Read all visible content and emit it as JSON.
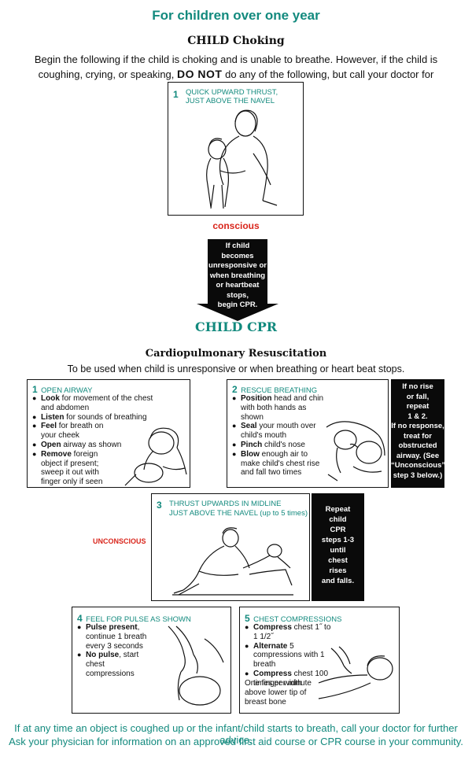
{
  "title": "For children over one year",
  "choking": {
    "heading": "CHILD Choking",
    "intro_before": "Begin the following if the child is choking and is unable to breathe. However, if the child is coughing, crying, or speaking,",
    "do_not": "DO NOT",
    "intro_after": "do any of the following, but call your doctor for further advice.",
    "step1_num": "1",
    "step1_label_line1": "QUICK UPWARD THRUST,",
    "step1_label_line2": "JUST ABOVE THE NAVEL",
    "conscious_label": "conscious",
    "arrow_lines": [
      "If child",
      "becomes",
      "unresponsive or",
      "when breathing",
      "or heartbeat",
      "stops,",
      "begin CPR."
    ]
  },
  "cpr": {
    "title": "CHILD CPR",
    "subtitle": "Cardiopulmonary Resuscitation",
    "intro": "To be used when child is unresponsive or when breathing or heart beat stops.",
    "unconscious_label": "UNCONSCIOUS",
    "step1": {
      "num": "1",
      "label": "OPEN AIRWAY",
      "items": [
        {
          "bold": "Look",
          "text": " for movement of the chest and abdomen"
        },
        {
          "bold": "Listen",
          "text": " for sounds of breathing"
        },
        {
          "bold": "Feel",
          "text": " for breath on your cheek"
        },
        {
          "bold": "Open",
          "text": " airway as shown"
        },
        {
          "bold": "Remove",
          "text": " foreign object if present; sweep it out with finger only if seen"
        }
      ]
    },
    "step2": {
      "num": "2",
      "label": "RESCUE BREATHING",
      "items": [
        {
          "bold": "Position",
          "text": " head and chin with both hands as shown"
        },
        {
          "bold": "Seal",
          "text": " your mouth over child's mouth"
        },
        {
          "bold": "Pinch",
          "text": " child's nose"
        },
        {
          "bold": "Blow",
          "text": " enough air to make child's chest rise and fall two times"
        }
      ],
      "side_lines": [
        "If no rise",
        "or fall,",
        "repeat",
        "1 & 2.",
        "If no response,",
        "treat for",
        "obstructed",
        "airway. (See",
        "“Unconscious”",
        "step 3 below.)"
      ]
    },
    "step3": {
      "num": "3",
      "label_line1": "THRUST UPWARDS IN MIDLINE",
      "label_line2": "JUST ABOVE THE NAVEL (up to 5 times)",
      "side_lines": [
        "Repeat",
        "child",
        "CPR",
        "steps 1-3",
        "until",
        "chest",
        "rises",
        "and falls."
      ]
    },
    "step4": {
      "num": "4",
      "label": "FEEL FOR PULSE AS SHOWN",
      "items": [
        {
          "bold": "Pulse present",
          "text": ", continue 1 breath every 3 seconds"
        },
        {
          "bold": "No pulse",
          "text": ", start chest compressions"
        }
      ]
    },
    "step5": {
      "num": "5",
      "label": "CHEST COMPRESSIONS",
      "items": [
        {
          "bold": "Compress",
          "text": " chest 1˝ to 1 1/2˝"
        },
        {
          "bold": "Alternate",
          "text": " 5 compressions with 1 breath"
        },
        {
          "bold": "Compress",
          "text": " chest 100 times per minute"
        }
      ],
      "note": "One finger width above lower tip of breast bone"
    }
  },
  "footer": {
    "line1": "If at any time an object is coughed up or the infant/child starts to breath, call your doctor for further advice.",
    "line2": "Ask your physician for information on an approved first aid course or CPR course in your community."
  },
  "colors": {
    "accent": "#138a7e",
    "alert": "#d9261c",
    "box_black": "#0a0a0a"
  }
}
